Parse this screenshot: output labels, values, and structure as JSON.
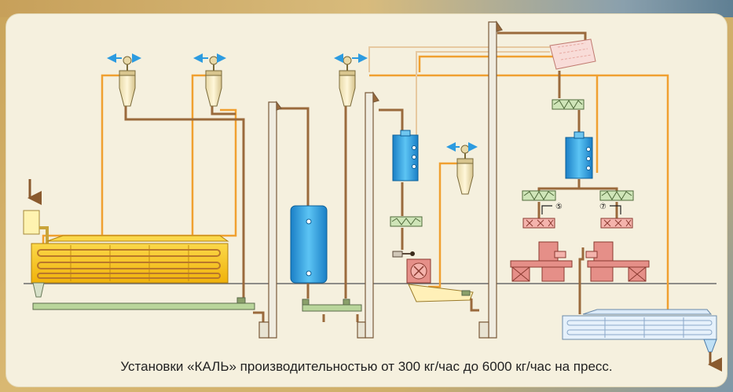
{
  "caption": "Установки «КАЛЬ» производительностью от 300 кг/час до 6000 кг/час на пресс.",
  "markers": {
    "m1": "⑤",
    "m2": "⑦"
  },
  "colors": {
    "panel": "#f5f0de",
    "brown_pipe": "#9a6a3c",
    "orange_pipe": "#f0a030",
    "yellow_dryer": "#f6c21c",
    "blue_tank": "#2fa5e6",
    "pink_press": "#e58f88",
    "green_conveyor": "#b9d59b",
    "arrow_blue": "#2c9be0"
  }
}
